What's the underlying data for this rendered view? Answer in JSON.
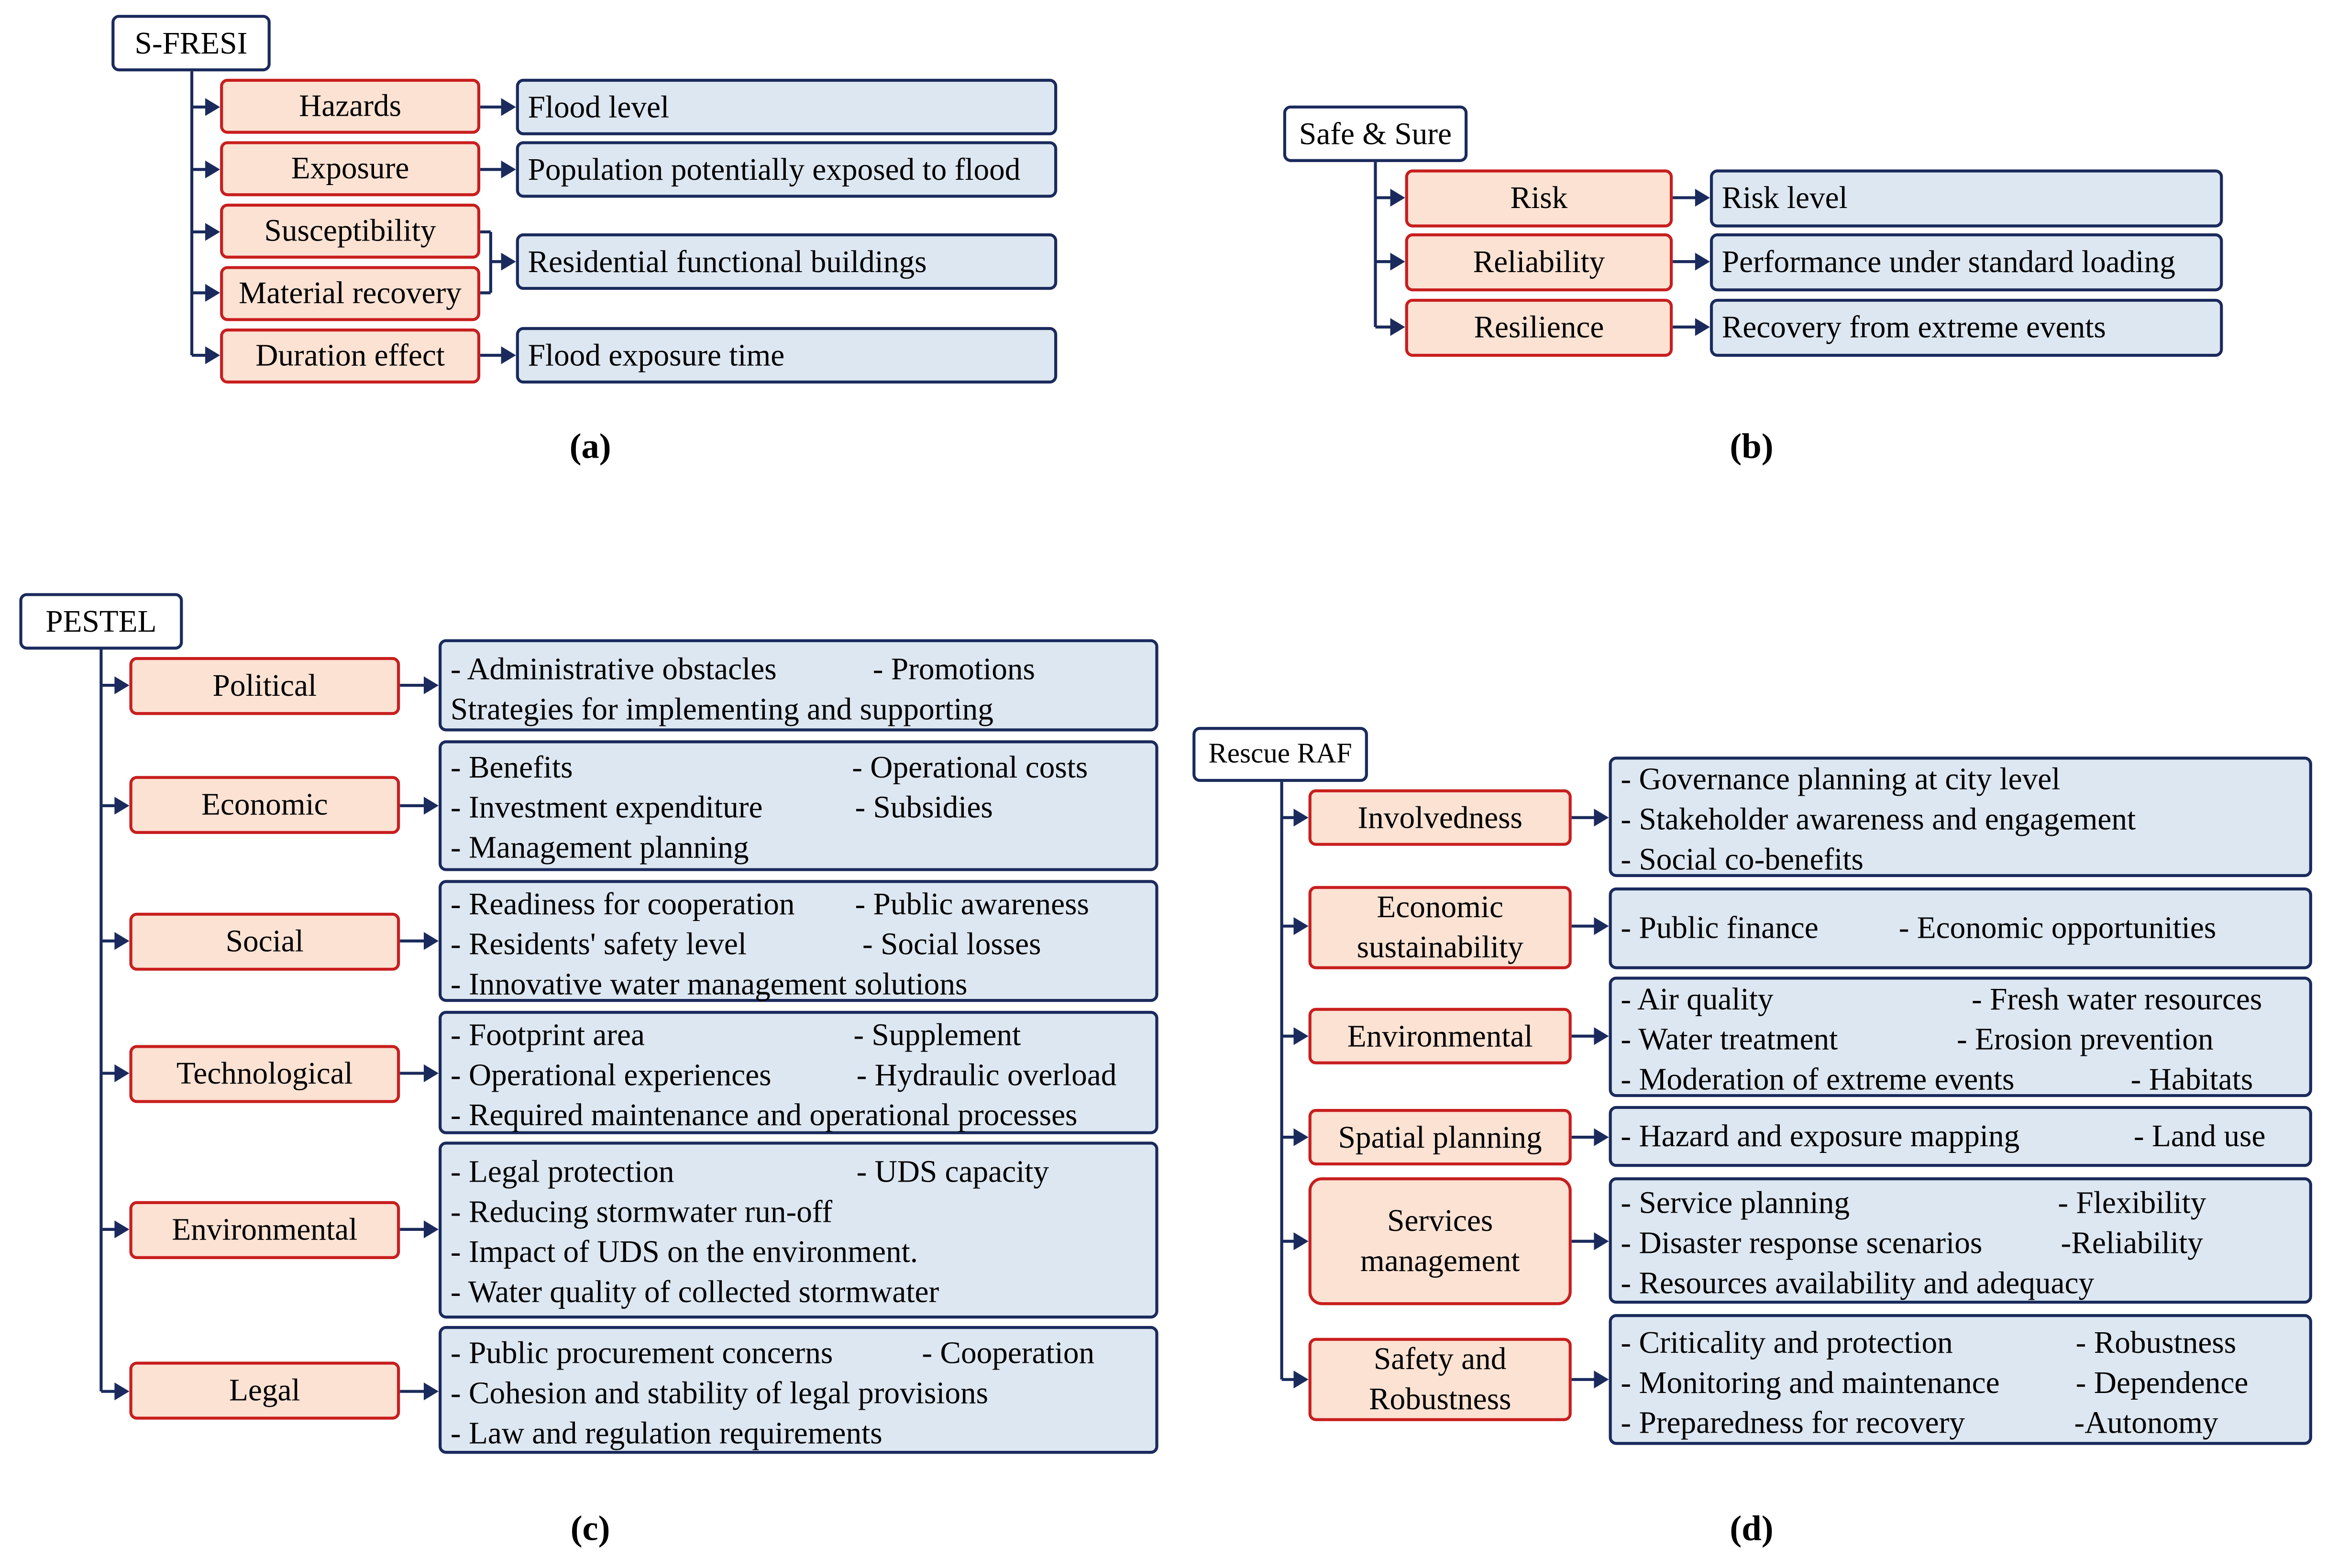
{
  "colors": {
    "connector": "#1a2a5c",
    "category_border": "#c81e1e",
    "category_fill": "#fbe2d3",
    "description_border": "#1a2a5c",
    "description_fill": "#dde7f1"
  },
  "panels": {
    "a": {
      "caption": "(a)",
      "root": "S-FRESI",
      "categories": [
        "Hazards",
        "Exposure",
        "Susceptibility",
        "Material recovery",
        "Duration effect"
      ],
      "descriptions": [
        [
          [
            "Flood level"
          ]
        ],
        [
          [
            "Population potentially exposed to flood"
          ]
        ],
        [
          [
            "Residential functional buildings"
          ]
        ],
        [
          [
            "Flood exposure time"
          ]
        ]
      ]
    },
    "b": {
      "caption": "(b)",
      "root": "Safe & Sure",
      "categories": [
        "Risk",
        "Reliability",
        "Resilience"
      ],
      "descriptions": [
        [
          [
            "Risk level"
          ]
        ],
        [
          [
            "Performance under standard loading"
          ]
        ],
        [
          [
            "Recovery from extreme events"
          ]
        ]
      ]
    },
    "c": {
      "caption": "(c)",
      "root": "PESTEL",
      "categories": [
        "Political",
        "Economic",
        "Social",
        "Technological",
        "Environmental",
        "Legal"
      ],
      "descriptions": [
        [
          [
            "- Administrative obstacles",
            "- Promotions"
          ],
          [
            "Strategies for implementing and supporting"
          ]
        ],
        [
          [
            "- Benefits",
            "- Operational costs"
          ],
          [
            "- Investment expenditure",
            "- Subsidies"
          ],
          [
            "- Management planning"
          ]
        ],
        [
          [
            "- Readiness for cooperation",
            "- Public awareness"
          ],
          [
            "- Residents' safety level",
            "- Social losses"
          ],
          [
            "- Innovative water management solutions"
          ]
        ],
        [
          [
            "- Footprint area",
            "- Supplement"
          ],
          [
            "- Operational experiences",
            "- Hydraulic overload"
          ],
          [
            "- Required maintenance and operational processes"
          ]
        ],
        [
          [
            "- Legal protection",
            "- UDS capacity"
          ],
          [
            "- Reducing stormwater run-off"
          ],
          [
            "- Impact of UDS on the environment."
          ],
          [
            "- Water quality of collected stormwater"
          ]
        ],
        [
          [
            "- Public procurement concerns",
            "- Cooperation"
          ],
          [
            "- Cohesion and stability of legal provisions"
          ],
          [
            "- Law and regulation requirements"
          ]
        ]
      ]
    },
    "d": {
      "caption": "(d)",
      "root": "Rescue RAF",
      "categories": [
        [
          "Involvedness"
        ],
        [
          "Economic",
          "sustainability"
        ],
        [
          "Environmental"
        ],
        [
          "Spatial planning"
        ],
        [
          "Services",
          "management"
        ],
        [
          "Safety and",
          "Robustness"
        ]
      ],
      "descriptions": [
        [
          [
            "- Governance planning at city level"
          ],
          [
            "- Stakeholder awareness and engagement"
          ],
          [
            "- Social co-benefits"
          ]
        ],
        [
          [
            "- Public finance",
            "- Economic opportunities"
          ]
        ],
        [
          [
            "- Air quality",
            "- Fresh water resources"
          ],
          [
            "- Water treatment",
            "- Erosion prevention"
          ],
          [
            "- Moderation of extreme events",
            "- Habitats"
          ]
        ],
        [
          [
            "- Hazard and exposure mapping",
            "- Land use"
          ]
        ],
        [
          [
            "- Service planning",
            "- Flexibility"
          ],
          [
            "- Disaster response scenarios",
            "-Reliability"
          ],
          [
            "- Resources availability and adequacy"
          ]
        ],
        [
          [
            "- Criticality and protection",
            "- Robustness"
          ],
          [
            "- Monitoring and maintenance",
            "- Dependence"
          ],
          [
            "- Preparedness for recovery",
            "-Autonomy"
          ]
        ]
      ]
    }
  }
}
